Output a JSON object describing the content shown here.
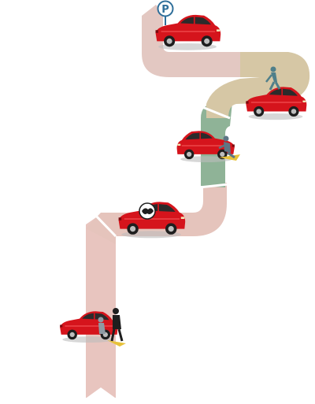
{
  "parking_sign": {
    "label": "P",
    "color": "#2f6f9a",
    "icon": "parking-icon"
  },
  "colors": {
    "segment_1": "#e8c5bf",
    "segment_2": "#e5c4bc",
    "segment_3": "#8fb397",
    "segment_4": "#d6c7a5",
    "segment_5": "#e3c8c2",
    "car_body": "#d5141c"
  },
  "stages": [
    {
      "id": "pickup",
      "icon": "car-with-person-entering-icon"
    },
    {
      "id": "handover",
      "icon": "car-with-handshake-icon"
    },
    {
      "id": "assistance",
      "icon": "car-with-person-kneeling-icon"
    },
    {
      "id": "walk-away",
      "icon": "car-with-person-walking-icon"
    },
    {
      "id": "parked",
      "icon": "parked-car-icon"
    }
  ]
}
